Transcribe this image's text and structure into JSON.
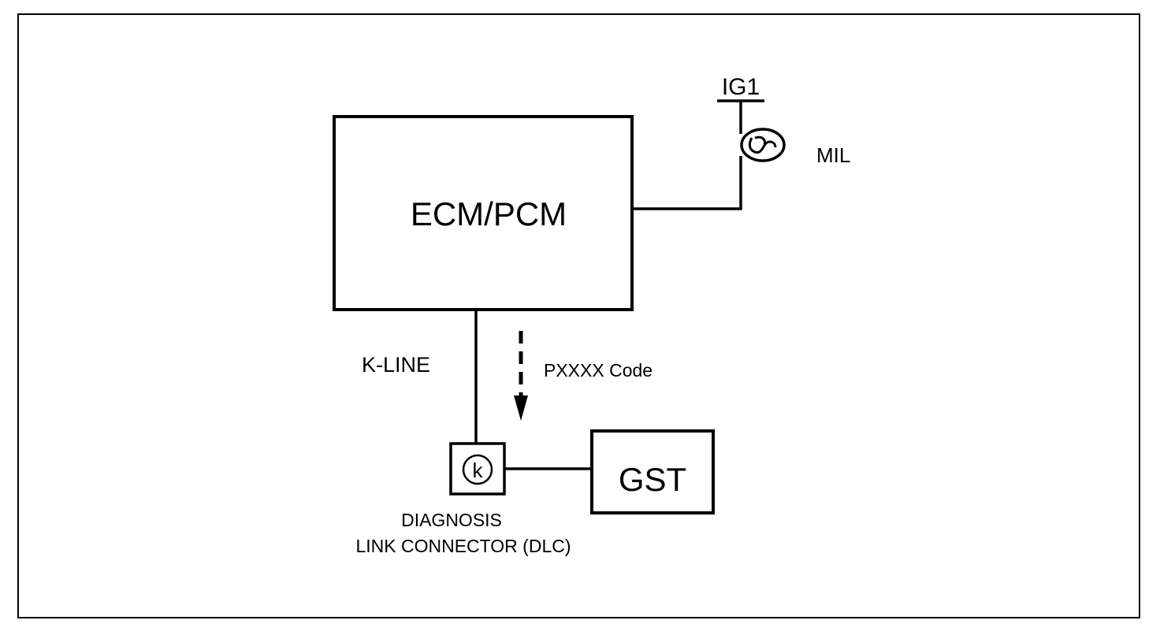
{
  "diagram": {
    "ecm_label": "ECM/PCM",
    "ig1_label": "IG1",
    "mil_label": "MIL",
    "kline_label": "K-LINE",
    "code_label": "PXXXX Code",
    "dlc_symbol": "k",
    "dlc_label_line1": "DIAGNOSIS",
    "dlc_label_line2": "LINK CONNECTOR (DLC)",
    "gst_label": "GST"
  }
}
